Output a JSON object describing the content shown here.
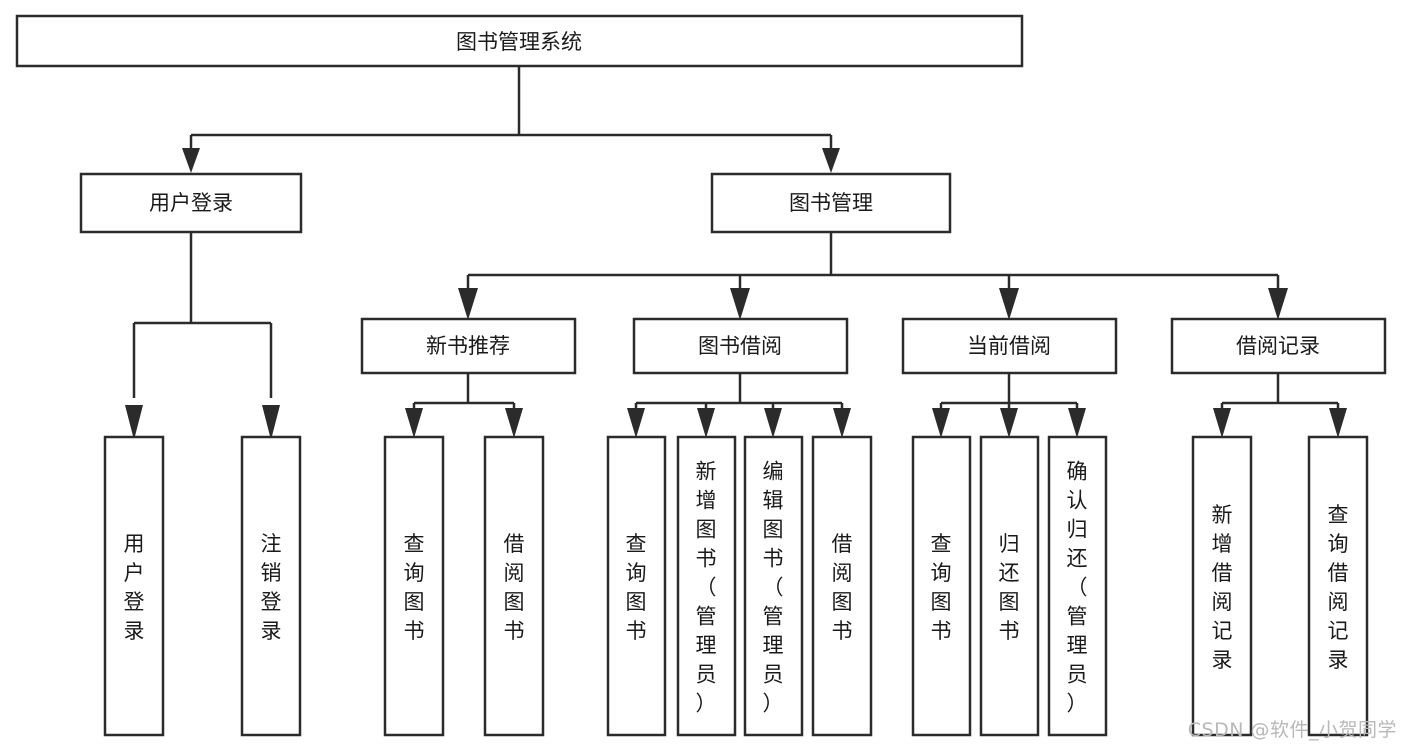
{
  "diagram": {
    "title": "图书管理系统",
    "type": "tree-hierarchy",
    "watermark": "CSDN @软件_小贺同学",
    "colors": {
      "stroke": "#2b2b2b",
      "fill": "#ffffff",
      "text": "#1a1a1a",
      "watermark": "#b8b8b8",
      "background": "#ffffff"
    },
    "levels": {
      "root": "图书管理系统",
      "level2": [
        "用户登录",
        "图书管理"
      ],
      "level3": [
        "新书推荐",
        "图书借阅",
        "当前借阅",
        "借阅记录"
      ]
    },
    "nodes": {
      "root": {
        "label": "图书管理系统",
        "orientation": "horizontal"
      },
      "n_user_login": {
        "label": "用户登录",
        "orientation": "horizontal"
      },
      "n_book_manage": {
        "label": "图书管理",
        "orientation": "horizontal"
      },
      "n_new_book_rec": {
        "label": "新书推荐",
        "orientation": "horizontal"
      },
      "n_book_borrow": {
        "label": "图书借阅",
        "orientation": "horizontal"
      },
      "n_current_borrow": {
        "label": "当前借阅",
        "orientation": "horizontal"
      },
      "n_borrow_record": {
        "label": "借阅记录",
        "orientation": "horizontal"
      },
      "l_user_login": {
        "label": "用户登录",
        "orientation": "vertical"
      },
      "l_logout": {
        "label": "注销登录",
        "orientation": "vertical"
      },
      "l_query_book_1": {
        "label": "查询图书",
        "orientation": "vertical"
      },
      "l_borrow_book_1": {
        "label": "借阅图书",
        "orientation": "vertical"
      },
      "l_query_book_2": {
        "label": "查询图书",
        "orientation": "vertical"
      },
      "l_add_book": {
        "label": "新增图书（管理员）",
        "orientation": "vertical"
      },
      "l_edit_book": {
        "label": "编辑图书（管理员）",
        "orientation": "vertical"
      },
      "l_borrow_book_2": {
        "label": "借阅图书",
        "orientation": "vertical"
      },
      "l_query_book_3": {
        "label": "查询图书",
        "orientation": "vertical"
      },
      "l_return_book": {
        "label": "归还图书",
        "orientation": "vertical"
      },
      "l_confirm_return": {
        "label": "确认归还（管理员）",
        "orientation": "vertical"
      },
      "l_add_record": {
        "label": "新增借阅记录",
        "orientation": "vertical"
      },
      "l_query_record": {
        "label": "查询借阅记录",
        "orientation": "vertical"
      }
    },
    "edges": [
      {
        "from": "root",
        "to": "n_user_login"
      },
      {
        "from": "root",
        "to": "n_book_manage"
      },
      {
        "from": "n_user_login",
        "to": "l_user_login"
      },
      {
        "from": "n_user_login",
        "to": "l_logout"
      },
      {
        "from": "n_book_manage",
        "to": "n_new_book_rec"
      },
      {
        "from": "n_book_manage",
        "to": "n_book_borrow"
      },
      {
        "from": "n_book_manage",
        "to": "n_current_borrow"
      },
      {
        "from": "n_book_manage",
        "to": "n_borrow_record"
      },
      {
        "from": "n_new_book_rec",
        "to": "l_query_book_1"
      },
      {
        "from": "n_new_book_rec",
        "to": "l_borrow_book_1"
      },
      {
        "from": "n_book_borrow",
        "to": "l_query_book_2"
      },
      {
        "from": "n_book_borrow",
        "to": "l_add_book"
      },
      {
        "from": "n_book_borrow",
        "to": "l_edit_book"
      },
      {
        "from": "n_book_borrow",
        "to": "l_borrow_book_2"
      },
      {
        "from": "n_current_borrow",
        "to": "l_query_book_3"
      },
      {
        "from": "n_current_borrow",
        "to": "l_return_book"
      },
      {
        "from": "n_current_borrow",
        "to": "l_confirm_return"
      },
      {
        "from": "n_borrow_record",
        "to": "l_add_record"
      },
      {
        "from": "n_borrow_record",
        "to": "l_query_record"
      }
    ]
  }
}
